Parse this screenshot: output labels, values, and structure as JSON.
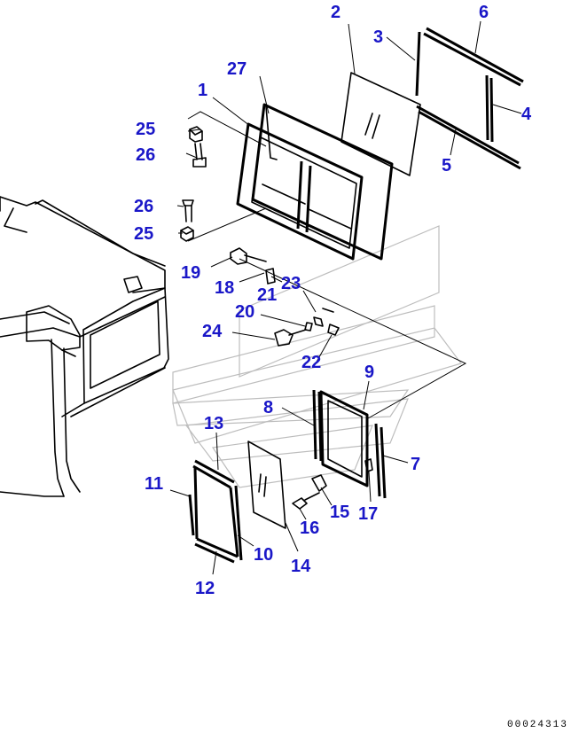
{
  "callouts": {
    "c1": "1",
    "c2": "2",
    "c3": "3",
    "c4": "4",
    "c5": "5",
    "c6": "6",
    "c7": "7",
    "c8": "8",
    "c9": "9",
    "c10": "10",
    "c11": "11",
    "c12": "12",
    "c13": "13",
    "c14": "14",
    "c15": "15",
    "c16": "16",
    "c17": "17",
    "c18": "18",
    "c19": "19",
    "c20": "20",
    "c21": "21",
    "c22": "22",
    "c23": "23",
    "c24": "24",
    "c25a": "25",
    "c25b": "25",
    "c26a": "26",
    "c26b": "26",
    "c27": "27"
  },
  "drawing_code": "00024313",
  "colors": {
    "callout": "#1a17c8",
    "line": "#000000",
    "watermark": "#bdbdbd"
  }
}
